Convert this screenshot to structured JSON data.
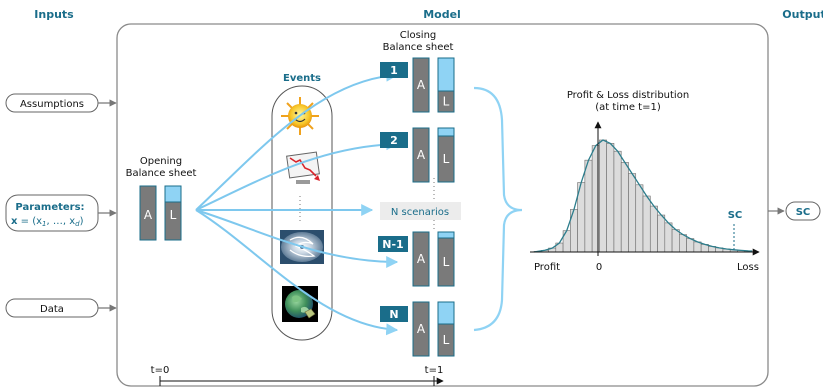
{
  "sections": {
    "inputs": "Inputs",
    "model": "Model",
    "output": "Output"
  },
  "inputs": {
    "assumptions": "Assumptions",
    "parameters_title": "Parameters:",
    "parameters_formula_bold": "x",
    "parameters_formula_rest": " = (x",
    "parameters_sub1": "1",
    "parameters_mid": ", …, x",
    "parameters_subd": "d",
    "parameters_close": ")",
    "data": "Data"
  },
  "opening": {
    "line1": "Opening",
    "line2": "Balance sheet",
    "asset": "A",
    "liability": "L"
  },
  "events": {
    "title": "Events",
    "icons": [
      "sun-icon",
      "falling-stock-chart-icon",
      "hurricane-icon",
      "earth-icon"
    ]
  },
  "closing": {
    "line1": "Closing",
    "line2": "Balance sheet",
    "asset": "A",
    "liability": "L"
  },
  "scenarios": {
    "labels": [
      "1",
      "2",
      "N-1",
      "N"
    ],
    "n_label": "N scenarios",
    "liability_share": [
      0.62,
      0.15,
      0.12,
      0.4
    ]
  },
  "distribution": {
    "title_line1": "Profit & Loss distribution",
    "title_line2": "(at time t=1)",
    "left": "Profit",
    "zero": "0",
    "right": "Loss",
    "sc_marker": "SC",
    "bins": [
      0.005,
      0.015,
      0.035,
      0.08,
      0.19,
      0.38,
      0.62,
      0.82,
      0.95,
      1.0,
      0.97,
      0.9,
      0.8,
      0.7,
      0.6,
      0.5,
      0.41,
      0.33,
      0.26,
      0.2,
      0.155,
      0.12,
      0.09,
      0.068,
      0.05,
      0.037,
      0.027,
      0.02,
      0.014,
      0.01
    ]
  },
  "timeline": {
    "t0": "t=0",
    "t1": "t=1"
  },
  "output": {
    "label": "SC"
  },
  "colors": {
    "teal": "#1a6d8a",
    "light_blue": "#8fd3f4",
    "gray_bar": "#7a7a7a",
    "arrow": "#7ec8ee",
    "hist": "#dcdcdc",
    "curve": "#2c7d8c"
  }
}
